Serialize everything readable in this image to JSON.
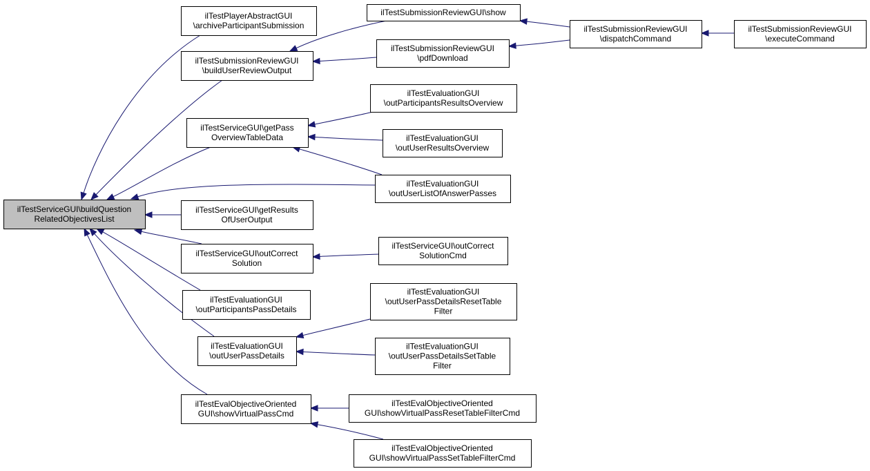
{
  "graph": {
    "colors": {
      "edge": "#191970",
      "focus_fill": "#bfbfbf",
      "node_fill": "#ffffff",
      "border": "#000000"
    },
    "nodes": [
      {
        "id": "root",
        "lines": [
          "ilTestServiceGUI\\buildQuestion",
          "RelatedObjectivesList"
        ],
        "focus": true
      },
      {
        "id": "n1",
        "lines": [
          "ilTestPlayerAbstractGUI",
          "\\archiveParticipantSubmission"
        ]
      },
      {
        "id": "n2",
        "lines": [
          "ilTestSubmissionReviewGUI",
          "\\buildUserReviewOutput"
        ]
      },
      {
        "id": "n3",
        "lines": [
          "ilTestSubmissionReviewGUI\\show"
        ]
      },
      {
        "id": "n4",
        "lines": [
          "ilTestSubmissionReviewGUI",
          "\\pdfDownload"
        ]
      },
      {
        "id": "n5",
        "lines": [
          "ilTestSubmissionReviewGUI",
          "\\dispatchCommand"
        ]
      },
      {
        "id": "n6",
        "lines": [
          "ilTestSubmissionReviewGUI",
          "\\executeCommand"
        ]
      },
      {
        "id": "n7",
        "lines": [
          "ilTestServiceGUI\\getPass",
          "OverviewTableData"
        ]
      },
      {
        "id": "n8",
        "lines": [
          "ilTestEvaluationGUI",
          "\\outParticipantsResultsOverview"
        ]
      },
      {
        "id": "n9",
        "lines": [
          "ilTestEvaluationGUI",
          "\\outUserResultsOverview"
        ]
      },
      {
        "id": "n10",
        "lines": [
          "ilTestEvaluationGUI",
          "\\outUserListOfAnswerPasses"
        ]
      },
      {
        "id": "n11",
        "lines": [
          "ilTestServiceGUI\\getResults",
          "OfUserOutput"
        ]
      },
      {
        "id": "n12",
        "lines": [
          "ilTestServiceGUI\\outCorrect",
          "Solution"
        ]
      },
      {
        "id": "n13",
        "lines": [
          "ilTestServiceGUI\\outCorrect",
          "SolutionCmd"
        ]
      },
      {
        "id": "n14",
        "lines": [
          "ilTestEvaluationGUI",
          "\\outParticipantsPassDetails"
        ]
      },
      {
        "id": "n15",
        "lines": [
          "ilTestEvaluationGUI",
          "\\outUserPassDetails"
        ]
      },
      {
        "id": "n16",
        "lines": [
          "ilTestEvaluationGUI",
          "\\outUserPassDetailsResetTable",
          "Filter"
        ]
      },
      {
        "id": "n17",
        "lines": [
          "ilTestEvaluationGUI",
          "\\outUserPassDetailsSetTable",
          "Filter"
        ]
      },
      {
        "id": "n18",
        "lines": [
          "ilTestEvalObjectiveOriented",
          "GUI\\showVirtualPassCmd"
        ]
      },
      {
        "id": "n19",
        "lines": [
          "ilTestEvalObjectiveOriented",
          "GUI\\showVirtualPassResetTableFilterCmd"
        ]
      },
      {
        "id": "n20",
        "lines": [
          "ilTestEvalObjectiveOriented",
          "GUI\\showVirtualPassSetTableFilterCmd"
        ]
      }
    ],
    "edges": [
      {
        "from": "n1",
        "to": "root"
      },
      {
        "from": "n2",
        "to": "root"
      },
      {
        "from": "n7",
        "to": "root"
      },
      {
        "from": "n10",
        "to": "root"
      },
      {
        "from": "n11",
        "to": "root"
      },
      {
        "from": "n12",
        "to": "root"
      },
      {
        "from": "n14",
        "to": "root"
      },
      {
        "from": "n15",
        "to": "root"
      },
      {
        "from": "n18",
        "to": "root"
      },
      {
        "from": "n3",
        "to": "n2"
      },
      {
        "from": "n4",
        "to": "n2"
      },
      {
        "from": "n5",
        "to": "n3"
      },
      {
        "from": "n5",
        "to": "n4"
      },
      {
        "from": "n6",
        "to": "n5"
      },
      {
        "from": "n8",
        "to": "n7"
      },
      {
        "from": "n9",
        "to": "n7"
      },
      {
        "from": "n10",
        "to": "n7"
      },
      {
        "from": "n13",
        "to": "n12"
      },
      {
        "from": "n16",
        "to": "n15"
      },
      {
        "from": "n17",
        "to": "n15"
      },
      {
        "from": "n19",
        "to": "n18"
      },
      {
        "from": "n20",
        "to": "n18"
      }
    ]
  }
}
